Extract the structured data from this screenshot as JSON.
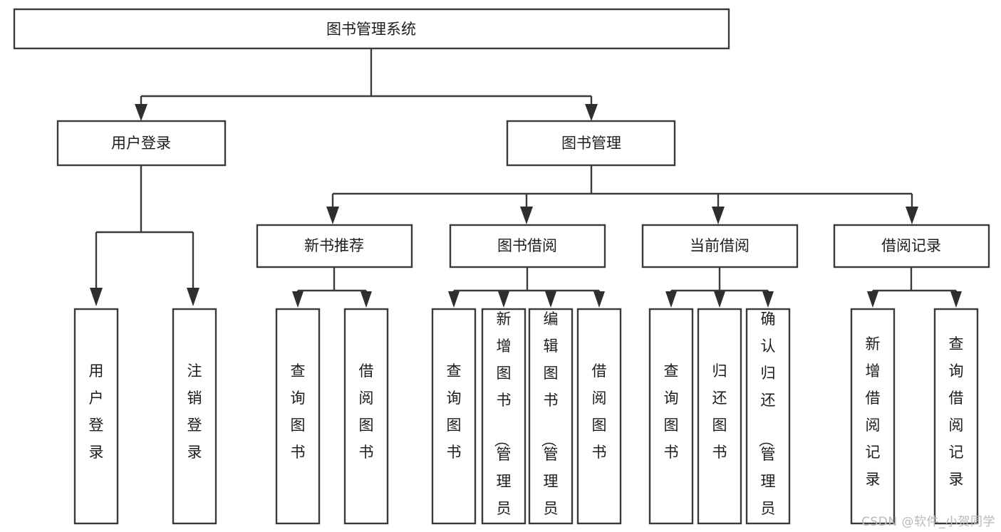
{
  "diagram": {
    "type": "tree",
    "title": "图书管理系统",
    "watermark": "CSDN @软件_小贺同学",
    "colors": {
      "box_fill": "#ffffff",
      "box_stroke": "#3a3a3a",
      "text": "#1c1c1c",
      "watermark": "#b9b9b9",
      "background": "#ffffff"
    },
    "nodes": {
      "root": {
        "label": "图书管理系统"
      },
      "level2": [
        {
          "label": "用户登录"
        },
        {
          "label": "图书管理"
        }
      ],
      "level3": [
        {
          "label": "新书推荐"
        },
        {
          "label": "图书借阅"
        },
        {
          "label": "当前借阅"
        },
        {
          "label": "借阅记录"
        }
      ],
      "leaves": {
        "user_login": [
          {
            "label": "用户登录"
          },
          {
            "label": "注销登录"
          }
        ],
        "new_book_recommend": [
          {
            "label": "查询图书"
          },
          {
            "label": "借阅图书"
          }
        ],
        "book_borrow": [
          {
            "label": "查询图书"
          },
          {
            "label": "新增图书（管理员）"
          },
          {
            "label": "编辑图书（管理员）"
          },
          {
            "label": "借阅图书"
          }
        ],
        "current_borrow": [
          {
            "label": "查询图书"
          },
          {
            "label": "归还图书"
          },
          {
            "label": "确认归还（管理员）"
          }
        ],
        "borrow_record": [
          {
            "label": "新增借阅记录"
          },
          {
            "label": "查询借阅记录"
          }
        ]
      }
    }
  }
}
